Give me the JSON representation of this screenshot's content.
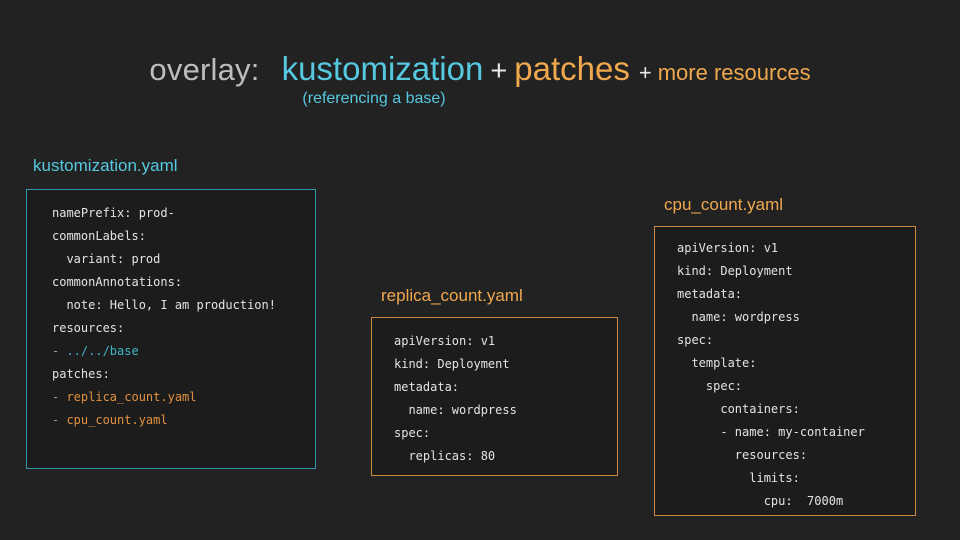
{
  "headline": {
    "prefix": "overlay:",
    "term_1": "kustomization",
    "plus_1": "+",
    "term_2": "patches",
    "plus_2": "+",
    "term_3": "more resources",
    "subtitle": "(referencing a base)"
  },
  "colors": {
    "background": "#222222",
    "code_background": "#1c1c1c",
    "cyan": "#56c8e0",
    "orange": "#f0a84e",
    "grey_text": "#bdbdbd",
    "code_text": "#e3e3e3",
    "cyan_border": "#2e94a8",
    "orange_border": "#d08840"
  },
  "panels": [
    {
      "id": "kustomization",
      "label": "kustomization.yaml",
      "accent": "cyan",
      "lines": [
        [
          {
            "t": "namePrefix: prod-",
            "c": "plain"
          }
        ],
        [
          {
            "t": "commonLabels:",
            "c": "plain"
          }
        ],
        [
          {
            "t": "  variant: prod",
            "c": "plain"
          }
        ],
        [
          {
            "t": "commonAnnotations:",
            "c": "plain"
          }
        ],
        [
          {
            "t": "  note: Hello, I am production!",
            "c": "plain"
          }
        ],
        [
          {
            "t": "resources:",
            "c": "plain"
          }
        ],
        [
          {
            "t": "- ",
            "c": "dash"
          },
          {
            "t": "../../base",
            "c": "cyan"
          }
        ],
        [
          {
            "t": "patches:",
            "c": "plain"
          }
        ],
        [
          {
            "t": "- ",
            "c": "dash"
          },
          {
            "t": "replica_count.yaml",
            "c": "orange"
          }
        ],
        [
          {
            "t": "- ",
            "c": "dash"
          },
          {
            "t": "cpu_count.yaml",
            "c": "orange"
          }
        ]
      ]
    },
    {
      "id": "replica",
      "label": "replica_count.yaml",
      "accent": "orange",
      "lines": [
        [
          {
            "t": "apiVersion: v1",
            "c": "plain"
          }
        ],
        [
          {
            "t": "kind: Deployment",
            "c": "plain"
          }
        ],
        [
          {
            "t": "metadata:",
            "c": "plain"
          }
        ],
        [
          {
            "t": "  name: wordpress",
            "c": "plain"
          }
        ],
        [
          {
            "t": "spec:",
            "c": "plain"
          }
        ],
        [
          {
            "t": "  replicas: 80",
            "c": "plain"
          }
        ]
      ]
    },
    {
      "id": "cpu",
      "label": "cpu_count.yaml",
      "accent": "orange",
      "lines": [
        [
          {
            "t": "apiVersion: v1",
            "c": "plain"
          }
        ],
        [
          {
            "t": "kind: Deployment",
            "c": "plain"
          }
        ],
        [
          {
            "t": "metadata:",
            "c": "plain"
          }
        ],
        [
          {
            "t": "  name: wordpress",
            "c": "plain"
          }
        ],
        [
          {
            "t": "spec:",
            "c": "plain"
          }
        ],
        [
          {
            "t": "  template:",
            "c": "plain"
          }
        ],
        [
          {
            "t": "    spec:",
            "c": "plain"
          }
        ],
        [
          {
            "t": "      containers:",
            "c": "plain"
          }
        ],
        [
          {
            "t": "      - name: my-container",
            "c": "plain"
          }
        ],
        [
          {
            "t": "        resources:",
            "c": "plain"
          }
        ],
        [
          {
            "t": "          limits:",
            "c": "plain"
          }
        ],
        [
          {
            "t": "            cpu:  7000m",
            "c": "plain"
          }
        ]
      ]
    }
  ]
}
